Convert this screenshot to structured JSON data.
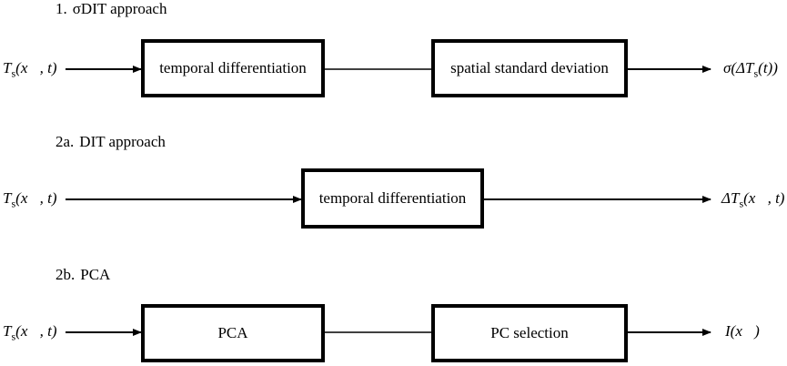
{
  "sections": [
    {
      "number": "1.",
      "title": "σDIT approach",
      "input": "Ts(x⃗, t)",
      "boxes": [
        "temporal differentiation",
        "spatial standard deviation"
      ],
      "output": "σ(ΔTs(t))"
    },
    {
      "number": "2a.",
      "title": "DIT approach",
      "input": "Ts(x⃗, t)",
      "boxes": [
        "temporal differentiation"
      ],
      "output": "ΔTs(x⃗, t)"
    },
    {
      "number": "2b.",
      "title": "PCA",
      "input": "Ts(x⃗, t)",
      "boxes": [
        "PCA",
        "PC selection"
      ],
      "output": "I(x⃗)"
    }
  ]
}
